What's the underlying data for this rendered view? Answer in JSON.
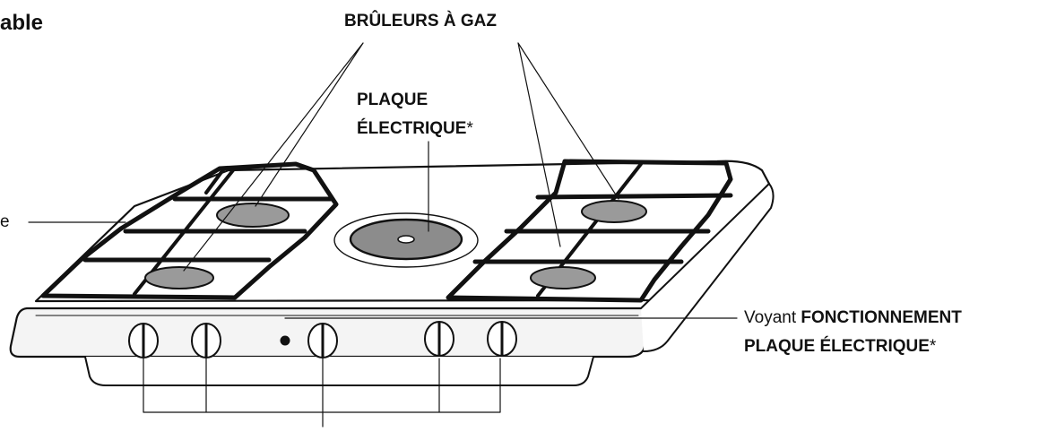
{
  "heading": {
    "text": "able"
  },
  "labels": {
    "gas_burners": "BRÛLEURS À GAZ",
    "electric_plate_line1": "PLAQUE",
    "electric_plate_line2": "ÉLECTRIQUE",
    "asterisk": "*",
    "side_label": "e",
    "indicator_prefix": "Voyant",
    "indicator_bold_line1": "FONCTIONNEMENT",
    "indicator_bold_line2": "PLAQUE ÉLECTRIQUE"
  },
  "colors": {
    "ink": "#111111",
    "burner_fill": "#9a9a9a",
    "plate_fill": "#8c8c8c",
    "panel_fill": "#f4f4f4",
    "knob_fill": "#ffffff"
  }
}
